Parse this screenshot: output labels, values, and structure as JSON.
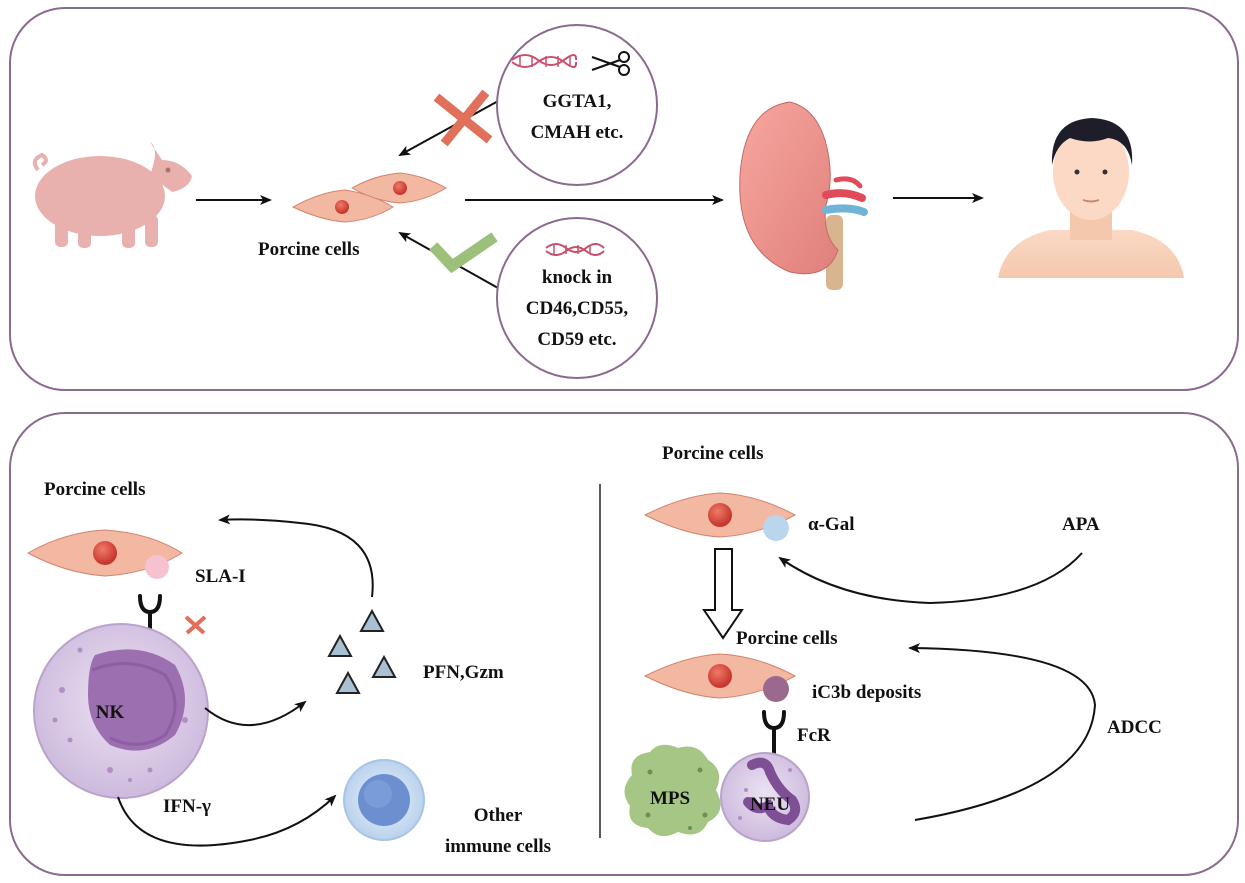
{
  "top_panel": {
    "porcine_cells_label": "Porcine cells",
    "knockout": {
      "line1": "GGTA1,",
      "line2": "CMAH etc."
    },
    "knockin": {
      "line1": "knock in",
      "line2": "CD46,CD55,",
      "line3": "CD59 etc."
    },
    "icons": [
      "pig-icon",
      "dna-icon",
      "scissors-icon",
      "cross-mark-icon",
      "check-mark-icon",
      "kidney-icon",
      "human-icon"
    ]
  },
  "nk_panel": {
    "porcine_cells_label": "Porcine cells",
    "sla_label": "SLA-I",
    "nk_label": "NK",
    "pfn_label": "PFN,Gzm",
    "ifn_label": "IFN-γ",
    "other_label_1": "Other",
    "other_label_2": "immune cells"
  },
  "complement_panel": {
    "porcine_cells_label_top": "Porcine cells",
    "agal_label": "α-Gal",
    "apa_label": "APA",
    "porcine_cells_label_mid": "Porcine cells",
    "ic3b_label": "iC3b deposits",
    "fcr_label": "FcR",
    "mps_label": "MPS",
    "neu_label": "NEU",
    "adcc_label": "ADCC"
  },
  "colors": {
    "frame": "#8a6a8e",
    "pig": "#e9b1ae",
    "cell_body": "#f2b8a2",
    "nucleus": "#d9463b",
    "cross": "#e0705a",
    "check": "#9cc07a",
    "nk": "#d6c6e3",
    "nk_nucleus": "#9b6fb0",
    "triangle": "#a9bfd2",
    "immune": "#8fb2e0",
    "agal": "#b9d6ec",
    "ic3b": "#9a6a8e",
    "mps": "#a6c685",
    "neu": "#d4c2e2"
  }
}
